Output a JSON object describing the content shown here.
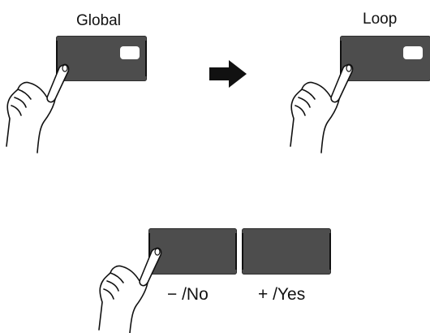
{
  "top_left": {
    "label": "Global"
  },
  "top_right": {
    "label": "Loop"
  },
  "bottom": {
    "minus_label": "− /No",
    "plus_label": "+ /Yes"
  },
  "icons": {
    "transition": "right-arrow-icon",
    "finger": "pointing-hand-icon"
  }
}
